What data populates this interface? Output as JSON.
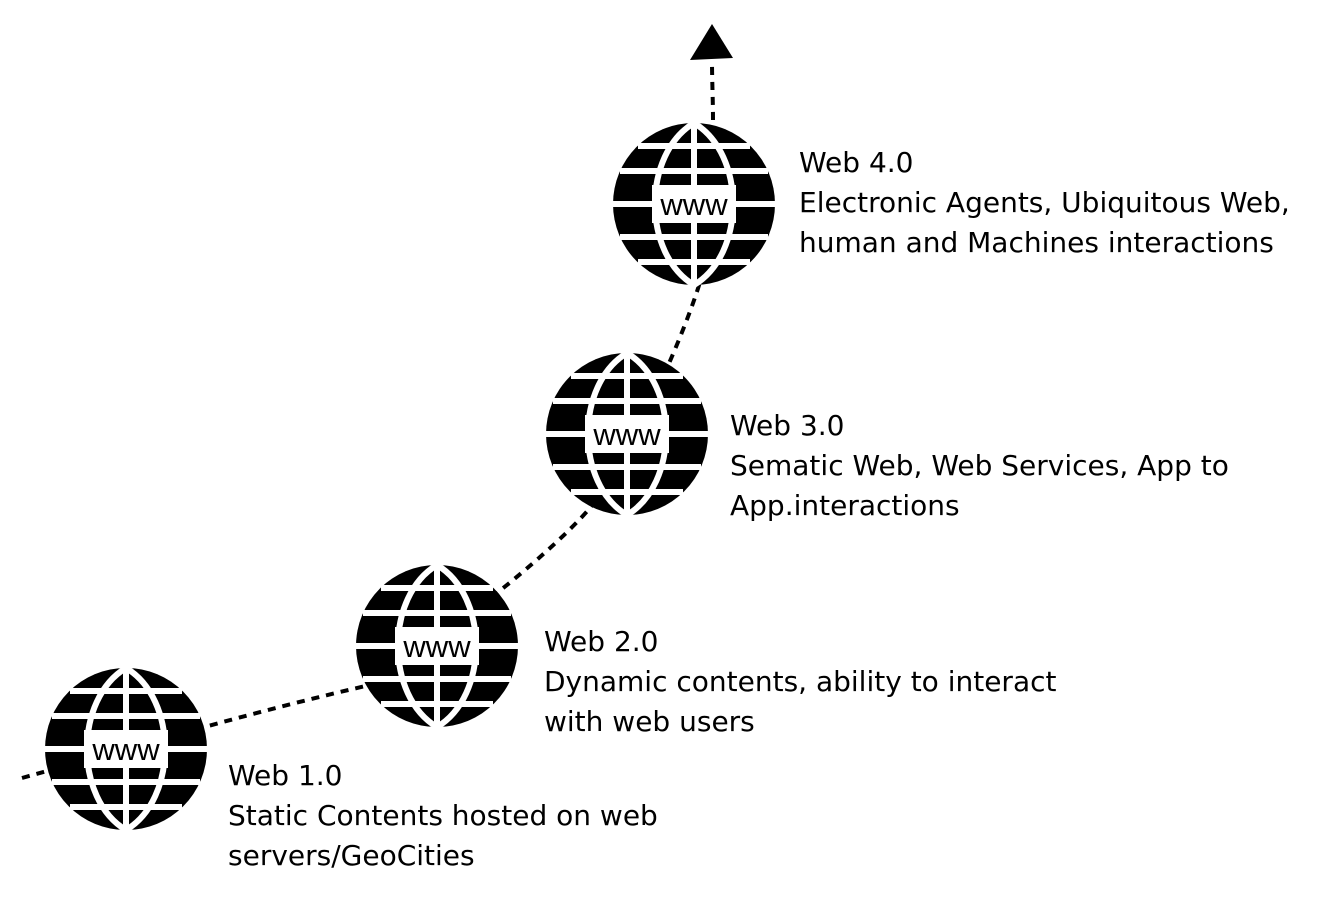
{
  "globe_text": "www",
  "stages": [
    {
      "version": "Web 1.0",
      "lines": [
        "Static Contents hosted on web",
        "servers/GeoCities"
      ]
    },
    {
      "version": "Web 2.0",
      "lines": [
        "Dynamic contents, ability to interact",
        "with web users"
      ]
    },
    {
      "version": "Web 3.0",
      "lines": [
        "Sematic Web, Web Services, App to",
        "App.interactions"
      ]
    },
    {
      "version": "Web 4.0",
      "lines": [
        "Electronic Agents, Ubiquitous Web,",
        "human and Machines interactions"
      ]
    }
  ]
}
